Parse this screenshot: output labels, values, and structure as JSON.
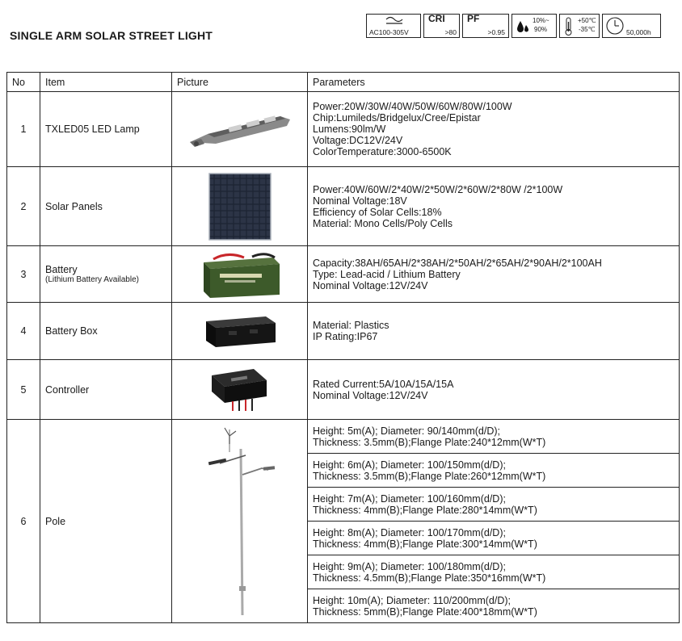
{
  "page": {
    "title": "SINGLE ARM SOLAR STREET LIGHT"
  },
  "spec_icons": {
    "voltage": "AC100-305V",
    "cri_label": "CRI",
    "cri_value": ">80",
    "pf_label": "PF",
    "pf_value": ">0.95",
    "humidity_top": "10%~",
    "humidity_bottom": "90%",
    "temp_top": "+50℃",
    "temp_bottom": "-35℃",
    "lifetime": "50,000h"
  },
  "table": {
    "headers": {
      "no": "No",
      "item": "Item",
      "picture": "Picture",
      "parameters": "Parameters"
    },
    "rows": [
      {
        "no": "1",
        "item": "TXLED05 LED Lamp",
        "params": [
          "Power:20W/30W/40W/50W/60W/80W/100W",
          "Chip:Lumileds/Bridgelux/Cree/Epistar",
          "Lumens:90lm/W",
          "Voltage:DC12V/24V",
          "ColorTemperature:3000-6500K"
        ]
      },
      {
        "no": "2",
        "item": "Solar Panels",
        "params": [
          "Power:40W/60W/2*40W/2*50W/2*60W/2*80W /2*100W",
          "Nominal Voltage:18V",
          "Efficiency of Solar Cells:18%",
          "Material: Mono Cells/Poly Cells"
        ]
      },
      {
        "no": "3",
        "item": "Battery",
        "item_sub": "(Lithium Battery Available)",
        "params": [
          "Capacity:38AH/65AH/2*38AH/2*50AH/2*65AH/2*90AH/2*100AH",
          "Type: Lead-acid / Lithium Battery",
          "Nominal Voltage:12V/24V"
        ]
      },
      {
        "no": "4",
        "item": "Battery Box",
        "params": [
          "Material: Plastics",
          "IP Rating:IP67"
        ]
      },
      {
        "no": "5",
        "item": "Controller",
        "params": [
          "Rated Current:5A/10A/15A/15A",
          "Nominal Voltage:12V/24V"
        ]
      }
    ],
    "pole": {
      "no": "6",
      "item": "Pole",
      "options": [
        [
          "Height: 5m(A); Diameter: 90/140mm(d/D);",
          "Thickness: 3.5mm(B);Flange Plate:240*12mm(W*T)"
        ],
        [
          "Height: 6m(A); Diameter: 100/150mm(d/D);",
          "Thickness: 3.5mm(B);Flange Plate:260*12mm(W*T)"
        ],
        [
          "Height: 7m(A); Diameter: 100/160mm(d/D);",
          "Thickness: 4mm(B);Flange Plate:280*14mm(W*T)"
        ],
        [
          "Height: 8m(A); Diameter: 100/170mm(d/D);",
          "Thickness: 4mm(B);Flange Plate:300*14mm(W*T)"
        ],
        [
          "Height: 9m(A); Diameter: 100/180mm(d/D);",
          "Thickness: 4.5mm(B);Flange Plate:350*16mm(W*T)"
        ],
        [
          "Height: 10m(A); Diameter: 110/200mm(d/D);",
          "Thickness: 5mm(B);Flange Plate:400*18mm(W*T)"
        ]
      ]
    }
  },
  "colors": {
    "battery_green": "#3d5a2a",
    "panel_blue": "#1c2332",
    "cable_red": "#c8262a"
  }
}
